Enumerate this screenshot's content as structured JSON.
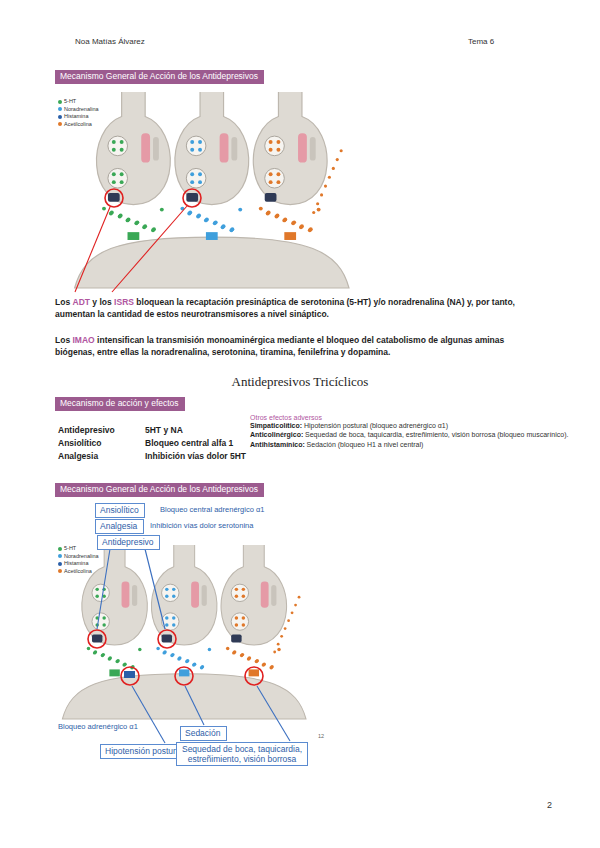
{
  "diagram": {
    "nodes": [
      {
        "text": [
          "Mecanismo General de Acción de los Antidepresivos"
        ]
      },
      {
        "text": [
          "Mecanismo  de acción y efectos"
        ]
      },
      {
        "text": [
          "Mecanismo General de Acción de los Antidepresivos"
        ]
      },
      {
        "text": [
          "Ansiolítico"
        ]
      },
      {
        "text": [
          "Analgesia"
        ]
      },
      {
        "text": [
          "Antidepresivo"
        ]
      },
      {
        "text": [
          "Sedación"
        ]
      },
      {
        "text": [
          "Hipotensión postural"
        ]
      },
      {
        "text": [
          "Sequedad de boca, taquicardia, estreñimiento, visión borrosa"
        ]
      }
    ],
    "labels": [
      "Noa Matías Álvarez",
      "Tema 6",
      "Los",
      "ADT",
      "y los",
      "ISRS",
      "bloquean la recaptación presináptica de serotonina (5-HT) y/o noradrenalina (NA) y, por tanto, aumentan la cantidad de estos neurotransmisores a nivel sináptico.",
      "Los",
      "IMAO",
      "intensifican la transmisión monoaminérgica mediante el bloqueo del catabolismo de algunas aminas biógenas, entre ellas la noradrenalina, serotonina, tiramina, fenilefrina y dopamina.",
      "Antidepresivos Tricíclicos",
      "Antidepresivo",
      "5HT y NA",
      "Ansiolítico",
      "Bloqueo central alfa 1",
      "Analgesia",
      "Inhibición vías dolor 5HT",
      "Otros efectos adversos",
      "Simpaticolítico:",
      "Hipotensión postural (bloqueo adrenérgico α1)",
      "Anticolinérgico:",
      "Sequedad de boca, taquicardia, estreñimiento, visión borrosa (bloqueo muscarínico).",
      "Antihistamínico:",
      "Sedación (bloqueo H1 a nivel central)",
      "Bloqueo central adrenérgico α1",
      "Inhibición vías dolor serotonina",
      "Bloqueo adrenérgico α1",
      "12",
      "2"
    ],
    "legend": [
      {
        "text": "5-HT",
        "color": "#3aa856"
      },
      {
        "text": "Noradrenalina",
        "color": "#3f9fdc"
      },
      {
        "text": "Histamina",
        "color": "#2a5fa8"
      },
      {
        "text": "Acetilcolina",
        "color": "#e0782a"
      },
      {
        "text": "5-HT",
        "color": "#3aa856"
      },
      {
        "text": "Noradrenalina",
        "color": "#3f9fdc"
      },
      {
        "text": "Histamina",
        "color": "#2a5fa8"
      },
      {
        "text": "Acetilcolina",
        "color": "#e0782a"
      }
    ]
  }
}
